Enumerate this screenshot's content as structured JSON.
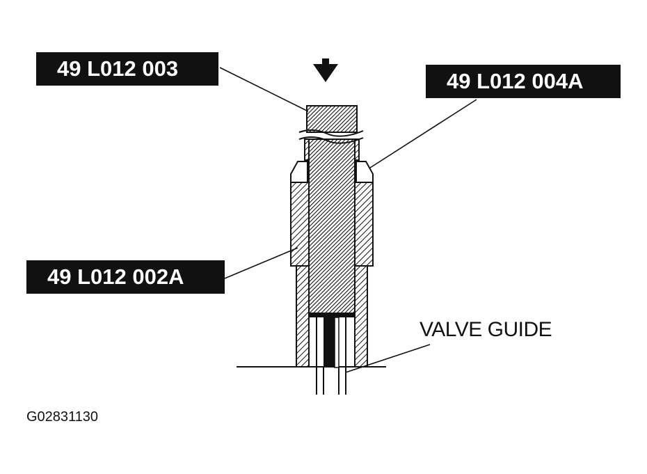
{
  "labels": {
    "top_tool": "49 L012 003",
    "right_tool": "49 L012 004A",
    "left_tool": "49 L012 002A",
    "valve_guide": "VALVE GUIDE"
  },
  "figure_id": "G02831130"
}
